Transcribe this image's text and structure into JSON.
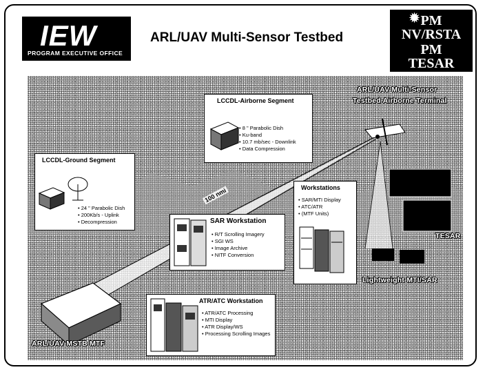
{
  "header": {
    "iew_logo_word": "IEW",
    "iew_logo_sub": "PROGRAM EXECUTIVE OFFICE",
    "title": "ARL/UAV Multi-Sensor Testbed",
    "pm_logo_line1": "PM",
    "pm_logo_line2": "NV/RSTA",
    "pm_logo_line3": "PM",
    "pm_logo_line4": "TESAR"
  },
  "diagram": {
    "airborne_terminal_label_line1": "ARL/UAV Multi-Sensor",
    "airborne_terminal_label_line2": "Testbed Airborne Terminal",
    "link_distance_label": "100 nmi",
    "mstb_mtf_label": "ARL/UAV MSTB MTF",
    "tesar_label": "TESAR",
    "lightweight_label": "Lightweight MTI/SAR",
    "lccdl_airborne": {
      "title": "LCCDL-Airborne Segment",
      "items": [
        "8 \" Parabolic Dish",
        "Ku-band",
        "10.7 mb/sec - Downlink",
        "Data Compression"
      ]
    },
    "lccdl_ground": {
      "title": "LCCDL-Ground Segment",
      "items": [
        "24 \" Parabolic Dish",
        "200Kb/s - Uplink",
        "Decompression"
      ]
    },
    "workstations": {
      "title": "Workstations",
      "items": [
        "SAR/MTI Display",
        "ATC/ATR",
        "(MTF Units)"
      ]
    },
    "sar_workstation": {
      "title": "SAR Workstation",
      "items": [
        "R/T Scrolling Imagery",
        "SGI WS",
        "Image Archive",
        "NITF Conversion"
      ]
    },
    "atr_workstation": {
      "title": "ATR/ATC Workstation",
      "items": [
        "ATR/ATC Processing",
        "MTI Display",
        "ATR Display/WS",
        "Processing Scrolling Images"
      ]
    }
  },
  "colors": {
    "background": "#ffffff",
    "ink": "#000000",
    "texture": "#bdbdbd"
  }
}
